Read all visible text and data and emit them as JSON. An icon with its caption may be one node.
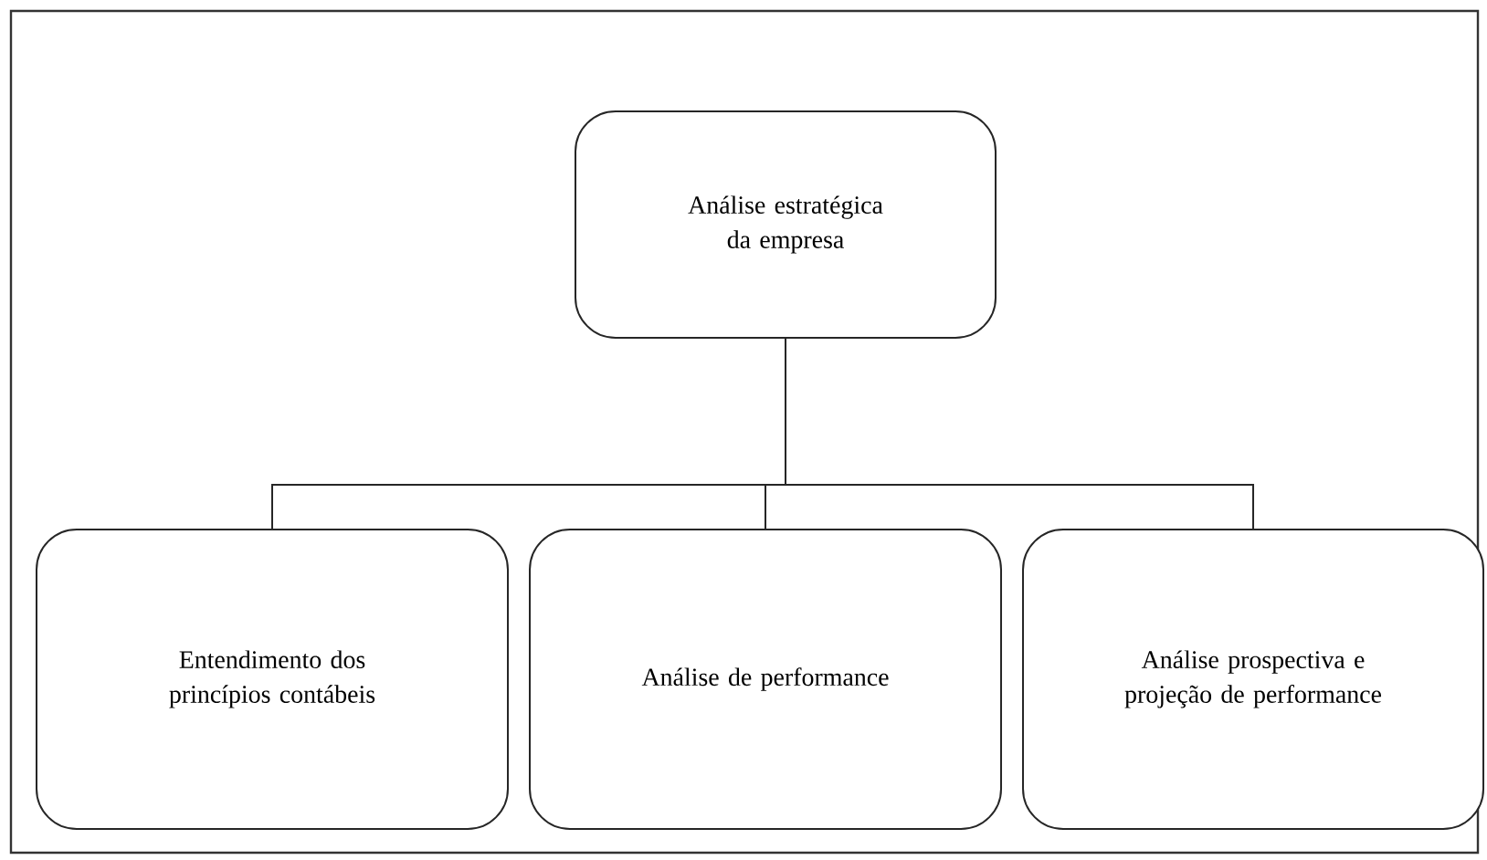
{
  "diagram": {
    "nodes": [
      {
        "text": [
          "Análise estratégica da empresa"
        ]
      },
      {
        "text": [
          "Entendimento dos princípios contábeis"
        ]
      },
      {
        "text": [
          "Análise de performance"
        ]
      },
      {
        "text": [
          "Análise prospectiva e projeção de performance"
        ]
      }
    ],
    "edges": [
      {
        "from": 0,
        "to": 1,
        "arrow": "none"
      },
      {
        "from": 0,
        "to": 2,
        "arrow": "none"
      },
      {
        "from": 0,
        "to": 3,
        "arrow": "none"
      }
    ]
  }
}
